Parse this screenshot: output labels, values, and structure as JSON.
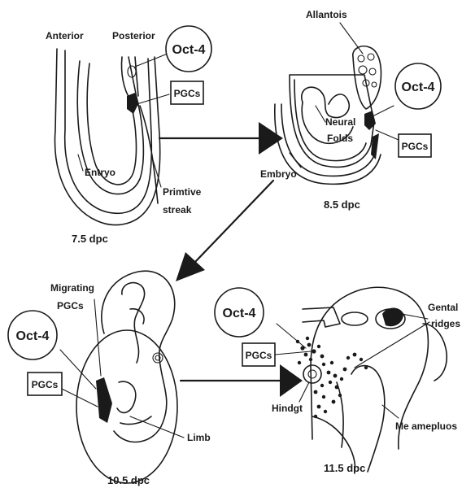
{
  "panel_a": {
    "anterior": "Anterior",
    "posterior": "Posterior",
    "oct4": "Oct-4",
    "pgcs": "PGCs",
    "embryo": "Entryo",
    "streak_line1": "Primtive",
    "streak_line2": "streak",
    "stage": "7.5 dpc"
  },
  "panel_b": {
    "allantois": "Allantois",
    "oct4": "Oct-4",
    "neural_line1": "Neural",
    "neural_line2": "Folds",
    "pgcs": "PGCs",
    "embryo": "Embryo",
    "stage": "8.5 dpc"
  },
  "panel_c": {
    "migrating_line1": "Migrating",
    "migrating_line2": "PGCs",
    "oct4": "Oct-4",
    "pgcs": "PGCs",
    "limb": "Limb",
    "stage": "10.5 dpc"
  },
  "panel_d": {
    "genital_line1": "Gental",
    "genital_line2": "ridges",
    "oct4": "Oct-4",
    "pgcs": "PGCs",
    "hindgut": "Hindgt",
    "mesonephros": "Me amepluos",
    "stage": "11.5 dpc"
  }
}
